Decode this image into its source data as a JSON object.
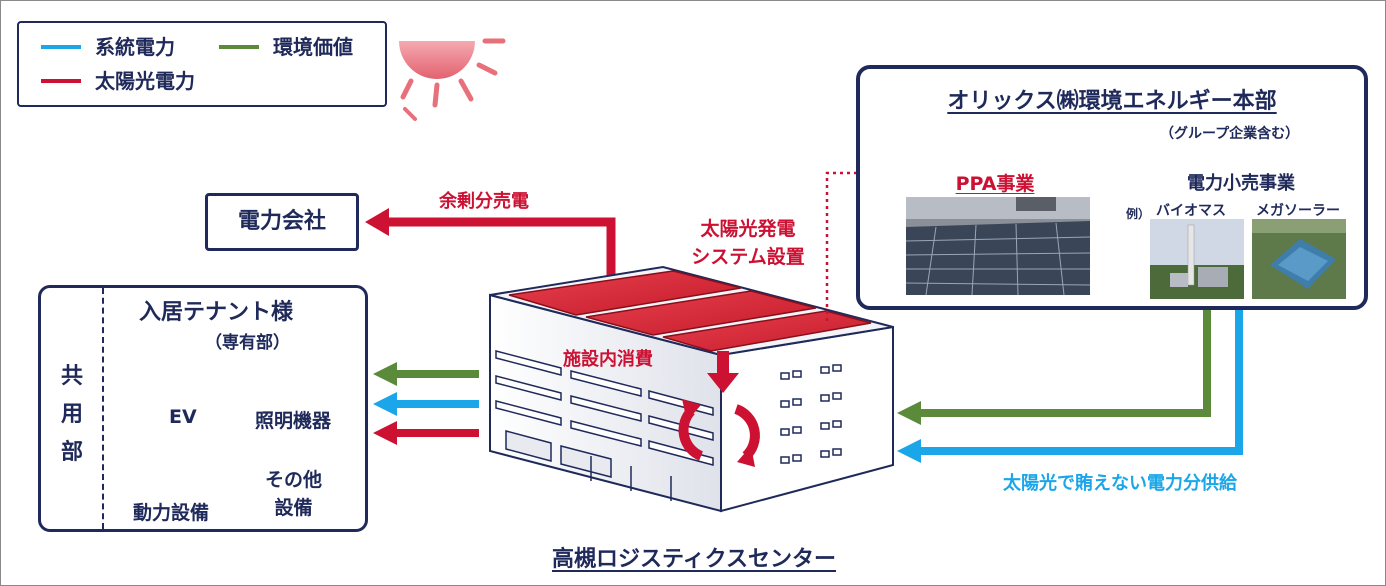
{
  "legend": {
    "items": [
      {
        "label": "系統電力",
        "color": "#1aa6e8"
      },
      {
        "label": "環境価値",
        "color": "#5a8a3a"
      },
      {
        "label": "太陽光電力",
        "color": "#cc1133"
      }
    ]
  },
  "orix": {
    "title": "オリックス㈱環境エネルギー本部",
    "note": "（グループ企業含む）",
    "ppa_title": "PPA事業",
    "retail_title": "電力小売事業",
    "retail_example": "例）",
    "biomass_label": "バイオマス",
    "megasolar_label": "メガソーラー"
  },
  "power_company": "電力会社",
  "surplus_label": "余剰分売電",
  "install_label_line1": "太陽光発電",
  "install_label_line2": "システム設置",
  "consume_label": "施設内消費",
  "supply_label": "太陽光で賄えない電力分供給",
  "tenant": {
    "common_label": "共用部",
    "title": "入居テナント様",
    "subtitle": "（専有部）",
    "ev_label": "EV",
    "lighting_label": "照明機器",
    "power_equipment_label": "動力設備",
    "other_label_line1": "その他",
    "other_label_line2": "設備"
  },
  "center_title": "高槻ロジスティクスセンター",
  "colors": {
    "navy": "#1f2a5a",
    "red": "#cc1133",
    "blue": "#1aa6e8",
    "green": "#5a8a3a"
  }
}
